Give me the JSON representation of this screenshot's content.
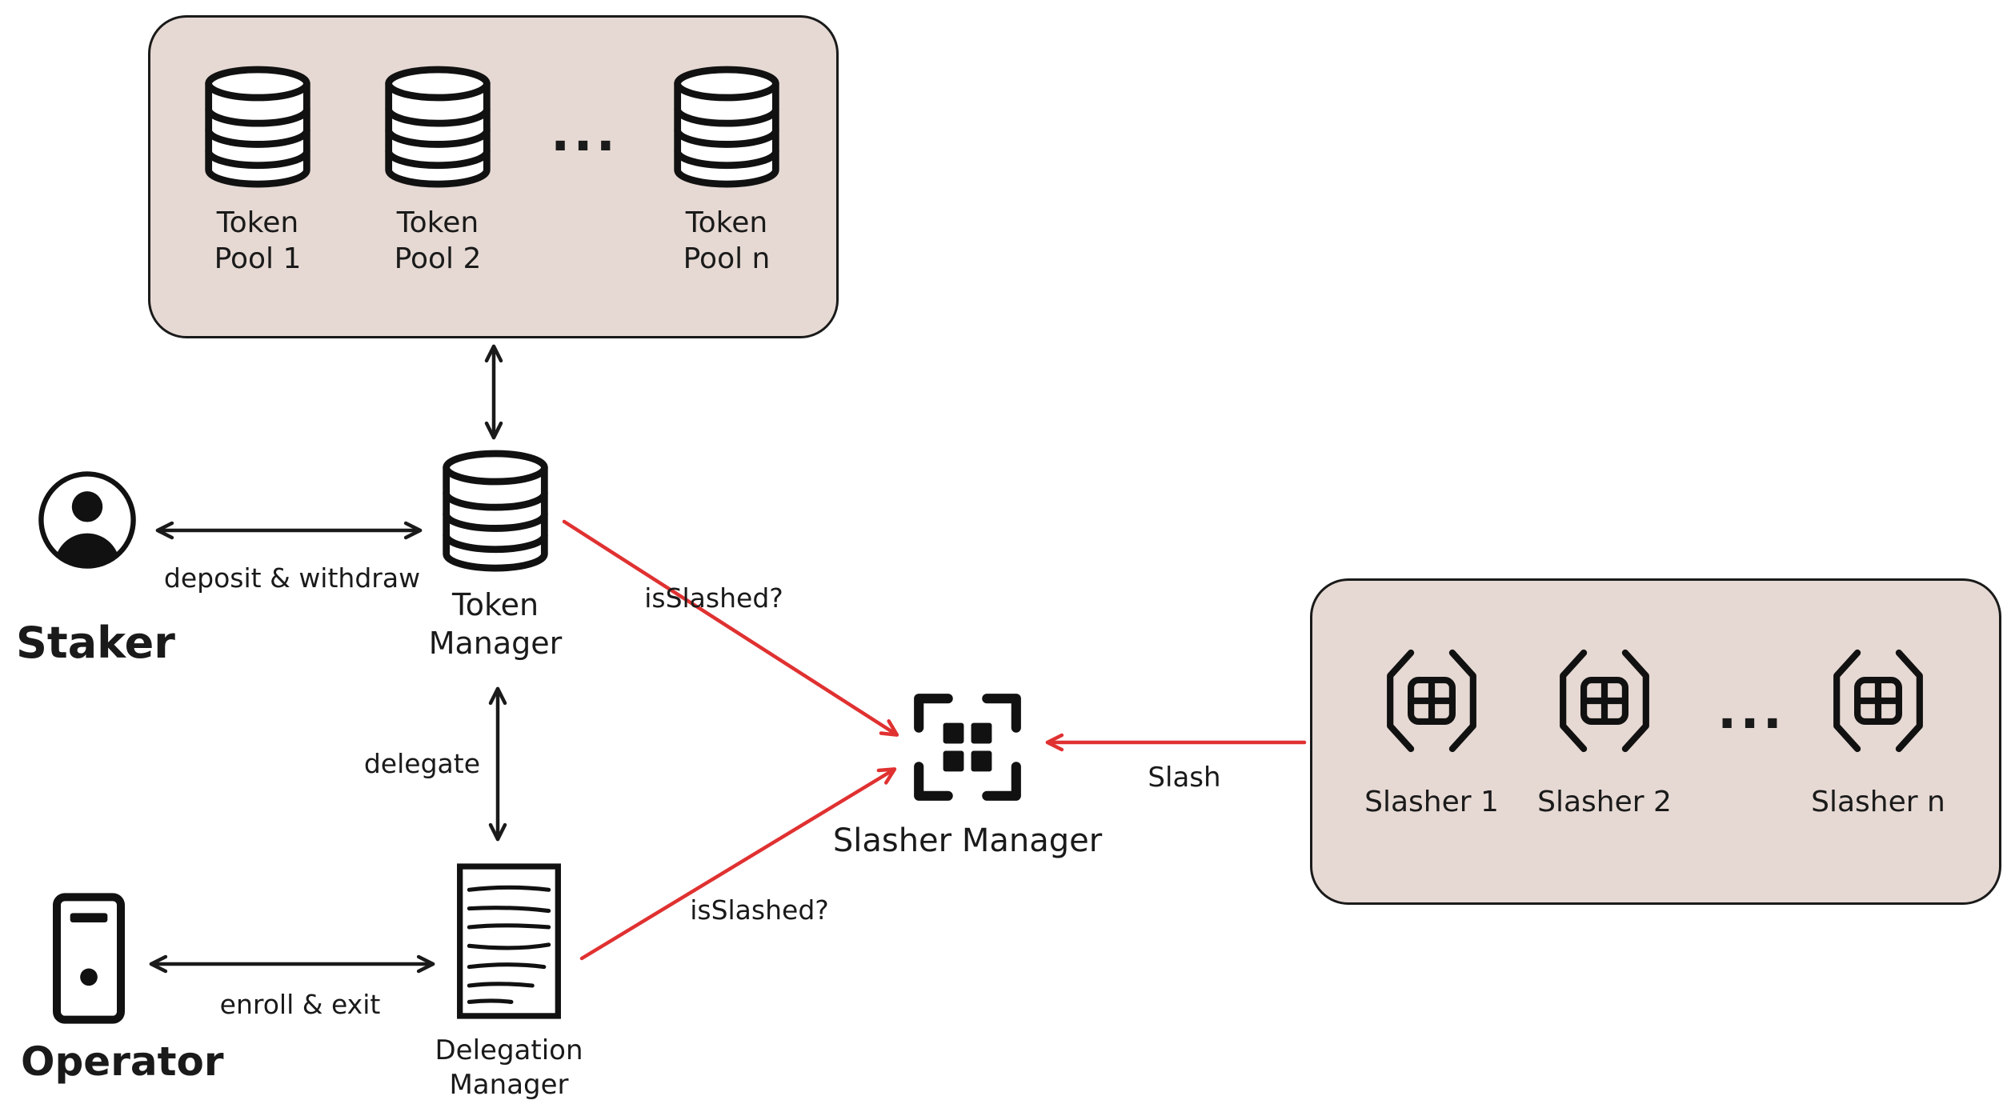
{
  "colors": {
    "box_bg": "#e6d9d3",
    "stroke": "#1a1a1a",
    "red_accent": "#e03131",
    "canvas_bg": "#ffffff"
  },
  "token_pools": {
    "pools": [
      {
        "label": "Token Pool 1"
      },
      {
        "label": "Token Pool 2"
      },
      {
        "label": "Token Pool n"
      }
    ],
    "ellipsis": "..."
  },
  "nodes": {
    "token_manager": "Token Manager",
    "delegation_manager": "Delegation Manager",
    "slasher_manager": "Slasher Manager",
    "staker": "Staker",
    "operator": "Operator"
  },
  "edges": {
    "deposit_withdraw": "deposit & withdraw",
    "delegate": "delegate",
    "enroll_exit": "enroll & exit",
    "is_slashed_token": "isSlashed?",
    "is_slashed_delegation": "isSlashed?",
    "slash": "Slash"
  },
  "slashers": {
    "items": [
      {
        "label": "Slasher 1"
      },
      {
        "label": "Slasher 2"
      },
      {
        "label": "Slasher n"
      }
    ],
    "ellipsis": "..."
  }
}
